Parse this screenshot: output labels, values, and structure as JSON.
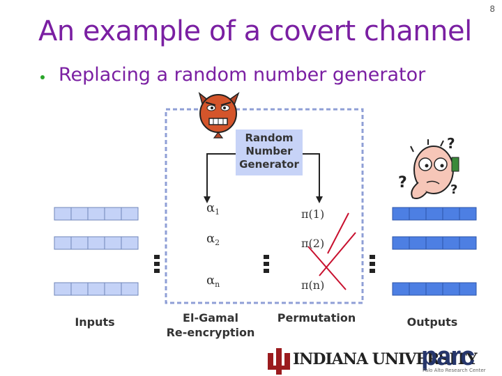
{
  "slide": {
    "number": "8",
    "title": "An example of a covert channel",
    "bullet": "Replacing a random number generator"
  },
  "diagram": {
    "rng_lines": [
      "Random",
      "Number",
      "Generator"
    ],
    "alpha_labels": [
      {
        "base": "α",
        "sub": "1"
      },
      {
        "base": "α",
        "sub": "2"
      },
      {
        "base": "α",
        "sub": "n"
      }
    ],
    "pi_labels": [
      "π(1)",
      "π(2)",
      "π(n)"
    ],
    "captions": {
      "inputs": "Inputs",
      "elgamal_line1": "El-Gamal",
      "elgamal_line2": "Re-encryption",
      "permutation": "Permutation",
      "outputs": "Outputs"
    },
    "puzzle_marks": [
      "?",
      "?",
      "?"
    ]
  },
  "logos": {
    "indiana": "INDIANA UNIVERSITY",
    "parc": "parc",
    "parc_tagline": "Palo Alto Research Center"
  },
  "colors": {
    "title": "#7a1fa2",
    "bullet": "#2aa52a",
    "rng_box": "#c7d3f7",
    "dashed_box": "#8f9fd6",
    "input_cells": "#c4d2f7",
    "output_cells": "#4d7fe3",
    "iu_red": "#9b1b1e",
    "parc_navy": "#26366b"
  },
  "icons": [
    "devil-face-icon",
    "puzzled-man-icon"
  ]
}
